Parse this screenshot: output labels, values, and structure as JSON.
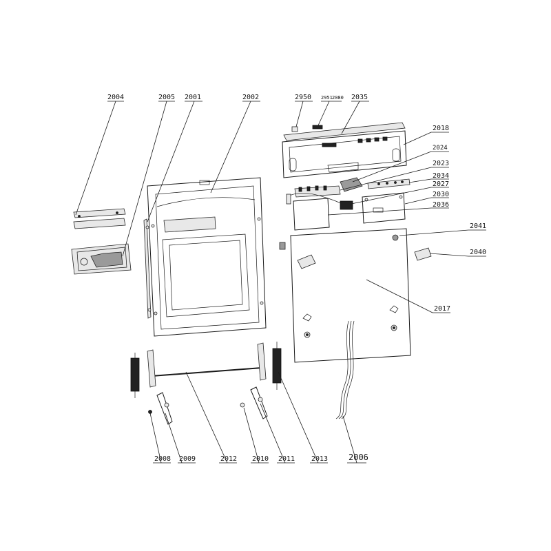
{
  "labels": {
    "p2004": "2004",
    "p2005": "2005",
    "p2001": "2001",
    "p2002": "2002",
    "p2950": "2950",
    "p2951": "2951",
    "p2080": "2080",
    "p2035": "2035",
    "p2018": "2018",
    "p2024": "2024",
    "p2023": "2023",
    "p2034": "2034",
    "p2027": "2027",
    "p2030": "2030",
    "p2036": "2036",
    "p2041": "2041",
    "p2040": "2040",
    "p2017": "2017",
    "p2008": "2008",
    "p2009": "2009",
    "p2012": "2012",
    "p2010": "2010",
    "p2011": "2011",
    "p2013": "2013",
    "p2006": "2006"
  },
  "colors": {
    "line": "#1a1a1a",
    "background": "#ffffff"
  }
}
